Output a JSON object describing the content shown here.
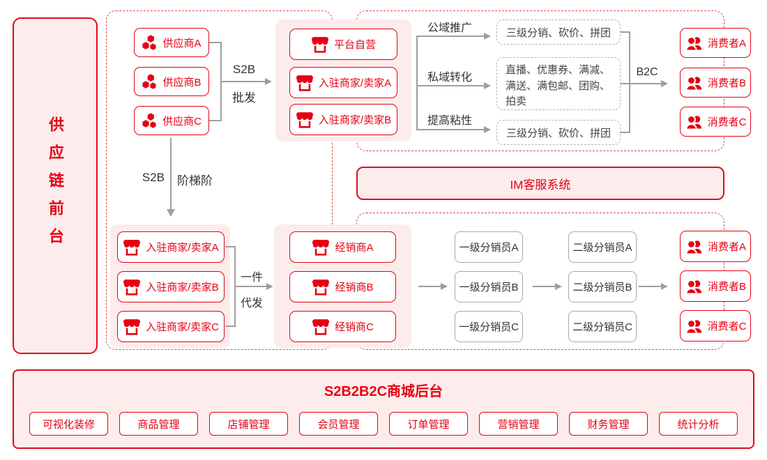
{
  "colors": {
    "accent_red": "#e60012",
    "panel_pink": "#fdecec",
    "dashed_red": "#e04848",
    "line_gray": "#9e9e9e",
    "dashed_gray": "#b3b3b3",
    "text_dark": "#333333"
  },
  "sidebar": {
    "label": "供应链前台"
  },
  "flow": {
    "suppliers": [
      "供应商A",
      "供应商B",
      "供应商C"
    ],
    "s2b_wholesale": {
      "top": "S2B",
      "bottom": "批发"
    },
    "platform_sellers": [
      "平台自营",
      "入驻商家/卖家A",
      "入驻商家/卖家B"
    ],
    "funnel_labels": [
      "公域推广",
      "私域转化",
      "提高粘性"
    ],
    "tactics": [
      "三级分销、砍价、拼团",
      "直播、优惠券、满减、满送、满包邮、团购、拍卖",
      "三级分销、砍价、拼团"
    ],
    "b2c": "B2C",
    "consumers_top": [
      "消费者A",
      "消费者B",
      "消费者C"
    ],
    "im_system": "IM客服系统",
    "s2b_tier": {
      "left": "S2B",
      "right": "阶梯阶"
    },
    "resident_sellers": [
      "入驻商家/卖家A",
      "入驻商家/卖家B",
      "入驻商家/卖家C"
    ],
    "dropship": {
      "top": "一件",
      "bottom": "代发"
    },
    "distributors": [
      "经销商A",
      "经销商B",
      "经销商C"
    ],
    "level1_agents": [
      "一级分销员A",
      "一级分销员B",
      "一级分销员C"
    ],
    "level2_agents": [
      "二级分销员A",
      "二级分销员B",
      "二级分销员C"
    ],
    "consumers_bottom": [
      "消费者A",
      "消费者B",
      "消费者C"
    ]
  },
  "backend": {
    "title": "S2B2B2C商城后台",
    "modules": [
      "可视化装修",
      "商品管理",
      "店铺管理",
      "会员管理",
      "订单管理",
      "营销管理",
      "财务管理",
      "统计分析"
    ]
  },
  "icons": {
    "supplier": "hexagon-cluster-icon",
    "merchant": "storefront-icon",
    "consumer": "users-icon"
  }
}
